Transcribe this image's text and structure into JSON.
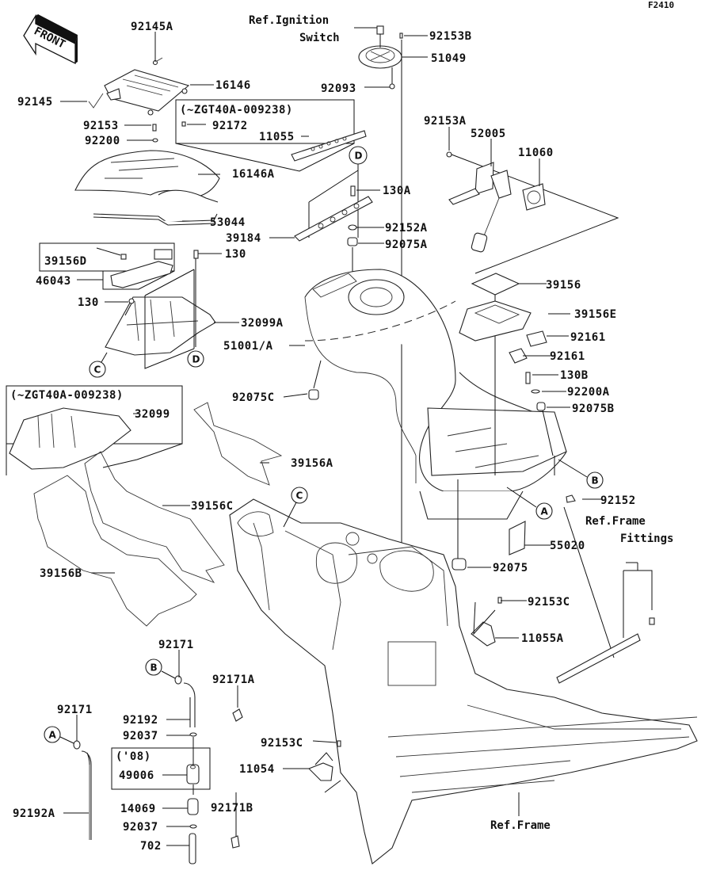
{
  "diagram": {
    "code": "F2410",
    "front_arrow_label": "FRONT",
    "labels": [
      {
        "id": "92145A",
        "text": "92145A"
      },
      {
        "id": "16146",
        "text": "16146"
      },
      {
        "id": "92145",
        "text": "92145"
      },
      {
        "id": "92153",
        "text": "92153"
      },
      {
        "id": "92200",
        "text": "92200"
      },
      {
        "id": "16146A",
        "text": "16146A"
      },
      {
        "id": "53044",
        "text": "53044"
      },
      {
        "id": "39156D",
        "text": "39156D"
      },
      {
        "id": "46043",
        "text": "46043"
      },
      {
        "id": "130-top",
        "text": "130"
      },
      {
        "id": "130-left",
        "text": "130"
      },
      {
        "id": "32099A",
        "text": "32099A"
      },
      {
        "id": "51001A",
        "text": "51001/A"
      },
      {
        "id": "92075C",
        "text": "92075C"
      },
      {
        "id": "32099",
        "text": "32099"
      },
      {
        "id": "39156A",
        "text": "39156A"
      },
      {
        "id": "39156C",
        "text": "39156C"
      },
      {
        "id": "39156B",
        "text": "39156B"
      },
      {
        "id": "92153B",
        "text": "92153B"
      },
      {
        "id": "51049",
        "text": "51049"
      },
      {
        "id": "92093",
        "text": "92093"
      },
      {
        "id": "92172",
        "text": "92172"
      },
      {
        "id": "11055",
        "text": "11055"
      },
      {
        "id": "130A",
        "text": "130A"
      },
      {
        "id": "39184",
        "text": "39184"
      },
      {
        "id": "92152A",
        "text": "92152A"
      },
      {
        "id": "92075A",
        "text": "92075A"
      },
      {
        "id": "92153A",
        "text": "92153A"
      },
      {
        "id": "52005",
        "text": "52005"
      },
      {
        "id": "11060",
        "text": "11060"
      },
      {
        "id": "39156",
        "text": "39156"
      },
      {
        "id": "39156E",
        "text": "39156E"
      },
      {
        "id": "92161-a",
        "text": "92161"
      },
      {
        "id": "92161-b",
        "text": "92161"
      },
      {
        "id": "130B",
        "text": "130B"
      },
      {
        "id": "92200A",
        "text": "92200A"
      },
      {
        "id": "92075B",
        "text": "92075B"
      },
      {
        "id": "92152",
        "text": "92152"
      },
      {
        "id": "55020",
        "text": "55020"
      },
      {
        "id": "92075",
        "text": "92075"
      },
      {
        "id": "92153C-top",
        "text": "92153C"
      },
      {
        "id": "11055A",
        "text": "11055A"
      },
      {
        "id": "92171-b",
        "text": "92171"
      },
      {
        "id": "92171A",
        "text": "92171A"
      },
      {
        "id": "92192",
        "text": "92192"
      },
      {
        "id": "92037-top",
        "text": "92037"
      },
      {
        "id": "08",
        "text": "('08)"
      },
      {
        "id": "49006",
        "text": "49006"
      },
      {
        "id": "14069",
        "text": "14069"
      },
      {
        "id": "92171B",
        "text": "92171B"
      },
      {
        "id": "92037-bot",
        "text": "92037"
      },
      {
        "id": "702",
        "text": "702"
      },
      {
        "id": "92171-a",
        "text": "92171"
      },
      {
        "id": "92192A",
        "text": "92192A"
      },
      {
        "id": "92153C-bot",
        "text": "92153C"
      },
      {
        "id": "11054",
        "text": "11054"
      }
    ],
    "serial_notes": [
      {
        "id": "note-top",
        "text": "(~ZGT40A-009238)"
      },
      {
        "id": "note-left",
        "text": "(~ZGT40A-009238)"
      }
    ],
    "references": [
      {
        "id": "ref-ignition-1",
        "text": "Ref.Ignition"
      },
      {
        "id": "ref-ignition-2",
        "text": "Switch"
      },
      {
        "id": "ref-frame-fittings-1",
        "text": "Ref.Frame"
      },
      {
        "id": "ref-frame-fittings-2",
        "text": "Fittings"
      },
      {
        "id": "ref-frame",
        "text": "Ref.Frame"
      }
    ],
    "callouts": [
      {
        "id": "A-hose",
        "text": "A"
      },
      {
        "id": "A-tank",
        "text": "A"
      },
      {
        "id": "B-hose",
        "text": "B"
      },
      {
        "id": "B-tank",
        "text": "B"
      },
      {
        "id": "C-tray",
        "text": "C"
      },
      {
        "id": "C-frame",
        "text": "C"
      },
      {
        "id": "D-top",
        "text": "D"
      },
      {
        "id": "D-tray",
        "text": "D"
      }
    ]
  }
}
